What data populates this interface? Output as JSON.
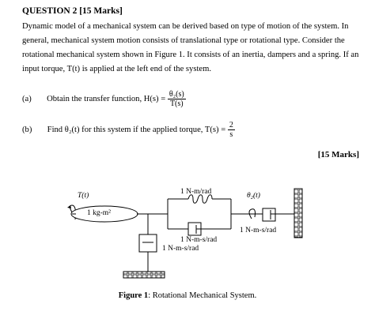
{
  "question": {
    "title": "QUESTION 2 [15 Marks]",
    "paragraph": "Dynamic model of a mechanical system can be derived based on type of motion of the system. In general, mechanical system motion consists of translational type or rotational type. Consider the rotational mechanical system shown in Figure 1. It consists of an inertia, dampers and a spring. If an input torque, T(t) is applied at the left end of the system.",
    "part_a": {
      "label": "(a)",
      "text": "Obtain the transfer function, H(s) =",
      "num": "θ₂(s)",
      "den": "T(s)"
    },
    "part_b": {
      "label": "(b)",
      "text": "Find θ₂(t) for this system if the applied torque, T(s) =",
      "num": "2",
      "den": "s"
    },
    "marks": "[15 Marks]"
  },
  "figure": {
    "torque_label": "T(t)",
    "theta_label": "θ₂(t)",
    "inertia_label": "1 kg-m²",
    "spring_label": "1 N-m/rad",
    "damper_series_label": "1 N-m-s/rad",
    "damper_ground_label": "1 N-m-s/rad",
    "damper_right_label": "1 N-m-s/rad",
    "caption_bold": "Figure 1",
    "caption_rest": ": Rotational Mechanical System."
  }
}
